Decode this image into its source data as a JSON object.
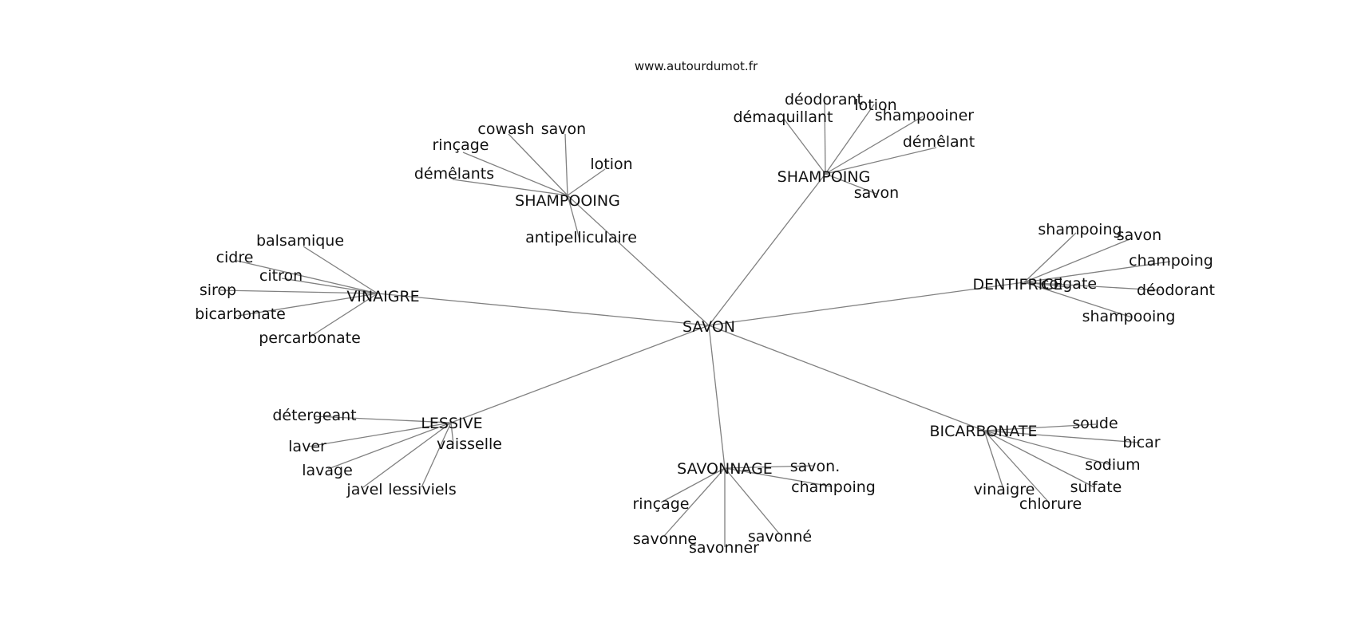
{
  "source": "www.autourdumot.fr",
  "center": {
    "label": "SAVON"
  },
  "groups": [
    {
      "id": "shampooing",
      "label": "SHAMPOOING",
      "words": [
        "cowash",
        "savon",
        "rinçage",
        "lotion",
        "démêlants",
        "antipelliculaire"
      ]
    },
    {
      "id": "shampoing",
      "label": "SHAMPOING",
      "words": [
        "déodorant",
        "lotion",
        "démaquillant",
        "shampooiner",
        "démêlant",
        "savon"
      ]
    },
    {
      "id": "vinaigre",
      "label": "VINAIGRE",
      "words": [
        "balsamique",
        "cidre",
        "citron",
        "sirop",
        "bicarbonate",
        "percarbonate"
      ]
    },
    {
      "id": "dentifrice",
      "label": "DENTIFRICE",
      "words": [
        "shampoing",
        "savon",
        "champoing",
        "colgate",
        "déodorant",
        "shampooing"
      ]
    },
    {
      "id": "lessive",
      "label": "LESSIVE",
      "words": [
        "détergeant",
        "vaisselle",
        "laver",
        "lavage",
        "javel",
        "lessiviels"
      ]
    },
    {
      "id": "savonnage",
      "label": "SAVONNAGE",
      "words": [
        "savon.",
        "champoing",
        "rinçage",
        "savonne",
        "savonner",
        "savonné"
      ]
    },
    {
      "id": "bicarbonate",
      "label": "BICARBONATE",
      "words": [
        "soude",
        "bicar",
        "sodium",
        "sulfate",
        "vinaigre",
        "chlorure"
      ]
    }
  ]
}
